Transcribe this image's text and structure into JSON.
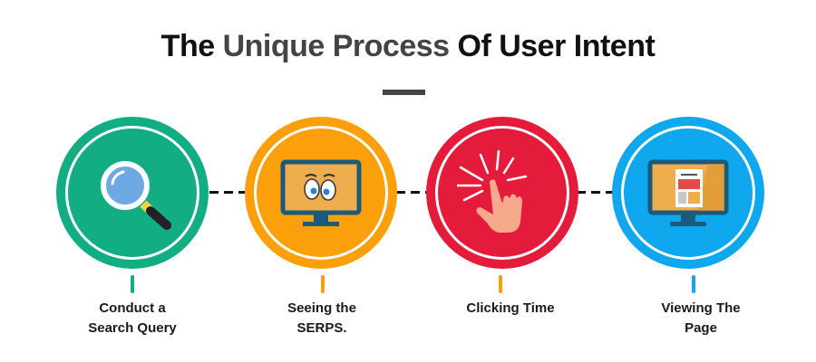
{
  "header": {
    "title_part1": "The ",
    "title_accent": "Unique Process",
    "title_part2": " Of User Intent"
  },
  "colors": {
    "step1": "#12ad83",
    "step2": "#fba00b",
    "step3": "#e41b3b",
    "step4": "#0fa7ee",
    "connector": "#111111",
    "title_bar": "#444444"
  },
  "steps": [
    {
      "label_line1": "Conduct a",
      "label_line2": "Search Query",
      "icon": "magnifying-glass-icon",
      "tick_color": "#12ad83"
    },
    {
      "label_line1": "Seeing the",
      "label_line2": "SERPS.",
      "icon": "monitor-with-eyes-icon",
      "tick_color": "#fba00b"
    },
    {
      "label_line1": "Clicking Time",
      "label_line2": "",
      "icon": "pointing-hand-click-icon",
      "tick_color": "#fba00b"
    },
    {
      "label_line1": "Viewing The",
      "label_line2": "Page",
      "icon": "monitor-webpage-icon",
      "tick_color": "#0fa7ee"
    }
  ]
}
